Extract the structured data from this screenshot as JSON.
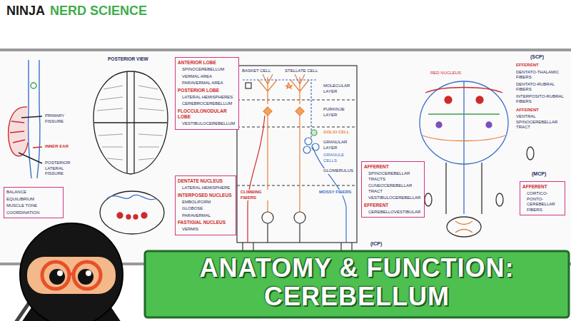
{
  "diagram": {
    "title": "ANATOMY & FUNCTION: CEREBELLUM",
    "nodes": [
      {
        "text": [
          "ANTERIOR LOBE",
          "SPINOCEREBELLUM",
          "VERMAL AREA",
          "PARAVERMAL AREA",
          "POSTERIOR LOBE",
          "LATERAL HEMISPHERES",
          "CEREBROCEREBELLUM",
          "FLOCCULONODULAR LOBE",
          "VESTIBULOCEREBELLUM"
        ]
      },
      {
        "text": [
          "BALANCE",
          "EQUILIBRIUM",
          "MUSCLE TONE",
          "COORDINATION"
        ]
      },
      {
        "text": [
          "DENTATE NUCLEUS",
          "LATERAL HEMISPHERE",
          "INTERPOSED NUCLEUS",
          "EMBOLIFORM",
          "GLOBOSE",
          "PARAVERMAL",
          "FASTIGIAL NUCLEUS",
          "VERMIS"
        ]
      },
      {
        "text": [
          "AFFERENT",
          "SPINOCEREBELLAR TRACTS",
          "CUNEOCEREBELLAR TRACT",
          "VESTIBULOCEREBELLAR",
          "EFFERENT",
          "CEREBELLOVESTIBULAR"
        ]
      },
      {
        "text": [
          "AFFERENT",
          "CORTICO-PONTO-CEREBELLAR FIBERS"
        ]
      }
    ],
    "labels": [
      "NINJA",
      "NERD SCIENCE",
      "POSTERIOR VIEW",
      "PRIMARY FISSURE",
      "INNER EAR",
      "POSTERIOR LATERAL FISSURE",
      "BASKET CELL",
      "STELLATE CELL",
      "MOLECULAR LAYER",
      "PURKINJE LAYER",
      "GOLGI CELL",
      "GRANULAR LAYER",
      "GRANULE CELLS",
      "GLOMERULUS",
      "CLIMBING FIBERS",
      "MOSSY FIBERS",
      "(SCP)",
      "EFFERENT",
      "DENTATO-THALAMIC FIBERS",
      "DENTATO-RUBRAL FIBERS",
      "INTERPOSITO-RUBRAL FIBERS",
      "AFFERENT",
      "VENTRAL SPINOCEREBELLAR TRACT",
      "(MCP)",
      "(ICP)",
      "RED NUCLEUS"
    ]
  }
}
